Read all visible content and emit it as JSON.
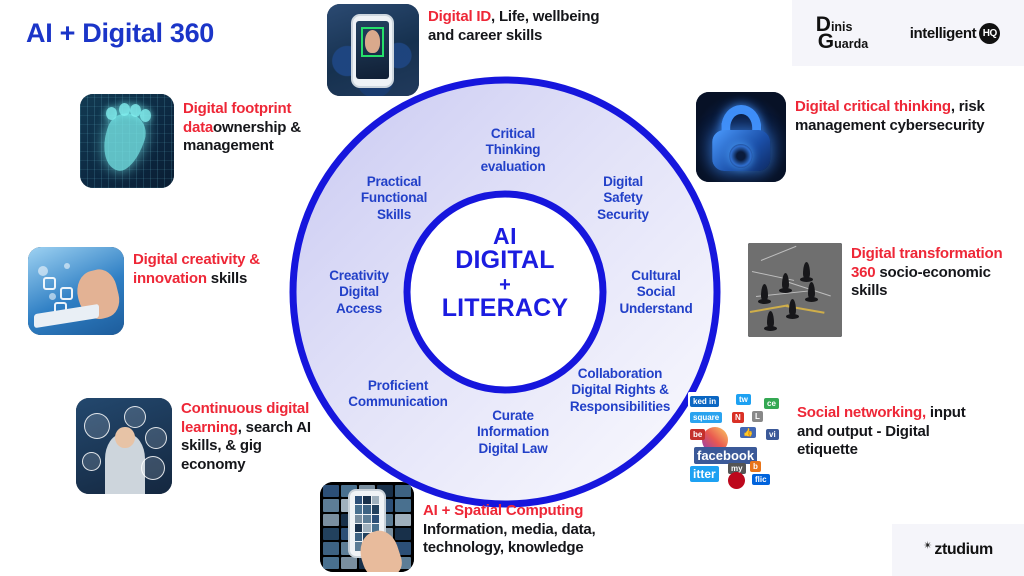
{
  "page": {
    "title": "AI + Digital 360",
    "background_color": "#ffffff",
    "accent_blue": "#1b1ce0",
    "label_blue": "#2240c8",
    "highlight_red": "#ee2737",
    "body_text_color": "#15161a"
  },
  "brand": {
    "dinis_guarda": {
      "d": "D",
      "inis": "inis",
      "g": "G",
      "uarda": "uarda"
    },
    "intelligenthq": {
      "word": "intelligent",
      "badge": "HQ"
    },
    "ztudium": {
      "star": "✴",
      "word": "ztudium"
    }
  },
  "core": {
    "line1": "AI",
    "line2": "DIGITAL",
    "line3": "+",
    "line4": "LITERACY"
  },
  "ring_labels": [
    {
      "id": "critical-thinking",
      "lines": [
        "Critical",
        "Thinking",
        "evaluation"
      ]
    },
    {
      "id": "digital-safety",
      "lines": [
        "Digital",
        "Safety",
        "Security"
      ]
    },
    {
      "id": "practical-functional-skills",
      "lines": [
        "Practical",
        "Functional",
        "Skills"
      ]
    },
    {
      "id": "cultural-social-understand",
      "lines": [
        "Cultural",
        "Social",
        "Understand"
      ]
    },
    {
      "id": "creativity-digital-access",
      "lines": [
        "Creativity",
        "Digital",
        "Access"
      ]
    },
    {
      "id": "collaboration-digital-rights",
      "lines": [
        "Collaboration",
        "Digital Rights &",
        "Responsibilities"
      ]
    },
    {
      "id": "proficient-communication",
      "lines": [
        "Proficient",
        "Communication"
      ]
    },
    {
      "id": "curate-information",
      "lines": [
        "Curate",
        "Information",
        "Digital Law"
      ]
    }
  ],
  "callouts": [
    {
      "id": "digital-footprint",
      "icon": "digital-footprint-image",
      "highlight": "Digital footprint data",
      "rest": "ownership & management"
    },
    {
      "id": "digital-id",
      "icon": "facial-recognition-phone-image",
      "highlight": "Digital ID",
      "rest": ", Life, wellbeing and career skills"
    },
    {
      "id": "digital-critical-thinking",
      "icon": "padlock-cybersecurity-image",
      "highlight": "Digital critical thinking",
      "rest": ", risk management cybersecurity"
    },
    {
      "id": "digital-creativity",
      "icon": "tablet-creativity-image",
      "highlight": "Digital creativity & innovation",
      "rest": " skills"
    },
    {
      "id": "digital-transformation",
      "icon": "network-chess-pieces-image",
      "highlight": "Digital transformation 360",
      "rest": " socio-economic skills"
    },
    {
      "id": "continuous-digital-learning",
      "icon": "ai-learning-person-image",
      "highlight": "Continuous digital learning",
      "rest": ", search AI skills, & gig economy"
    },
    {
      "id": "social-networking",
      "icon": "social-media-logos-image",
      "highlight": "Social networking,",
      "rest": " input and output - Digital etiquette"
    },
    {
      "id": "ai-spatial-computing",
      "icon": "media-wall-phone-image",
      "highlight": "AI + Spatial Computing",
      "rest": " Information, media, data, technology, knowledge"
    }
  ]
}
